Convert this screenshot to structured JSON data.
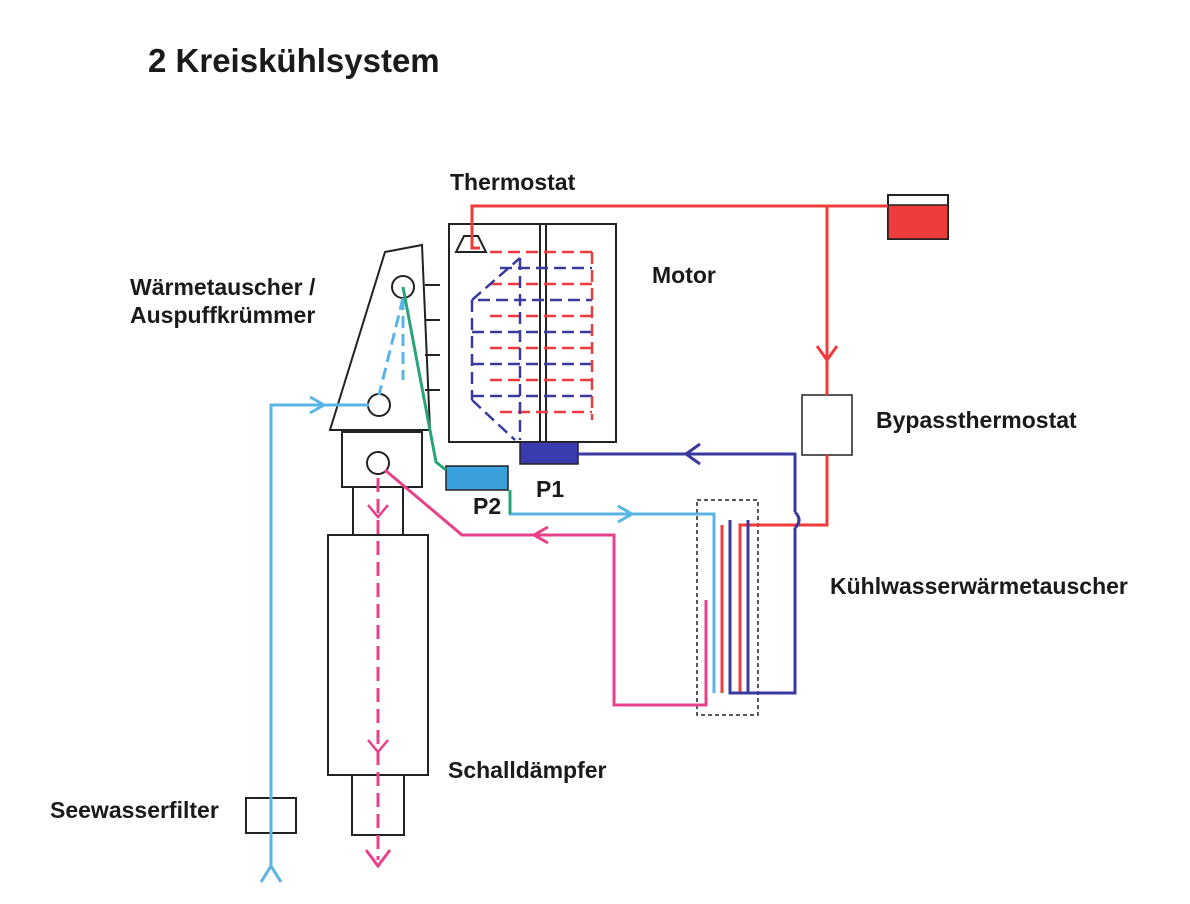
{
  "title": "2 Kreiskühlsystem",
  "labels": {
    "thermostat": "Thermostat",
    "motor": "Motor",
    "waermetauscher_1": "Wärmetauscher /",
    "waermetauscher_2": "Auspuffkrümmer",
    "bypassthermostat": "Bypassthermostat",
    "p1": "P1",
    "p2": "P2",
    "kuehlwasserwaermetauscher": "Kühlwasserwärmetauscher",
    "schalldaempfer": "Schalldämpfer",
    "seewasserfilter": "Seewasserfilter"
  },
  "colors": {
    "hot_coolant": "#ee3b3b",
    "cold_coolant": "#3a3a9e",
    "sea_water": "#5ab4e6",
    "exhaust_water": "#e8418a",
    "pump_p2_green": "#2aa37a",
    "pump_p1": "#3b3bb0",
    "pump_p2": "#3aa0dc",
    "expansion_tank": "#ee3b3b",
    "outline": "#222222"
  }
}
